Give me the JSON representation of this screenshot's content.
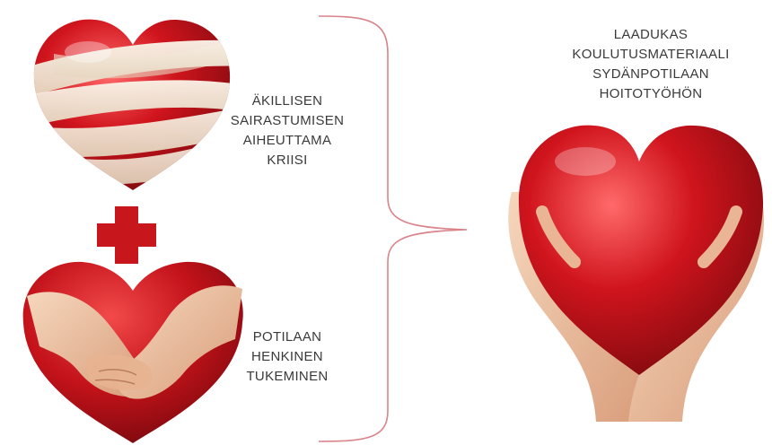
{
  "labels": {
    "crisis": "ÄKILLISEN\nSAIRASTUMISEN\nAIHEUTTAMA\nKRIISI",
    "support": "POTILAAN\nHENKINEN\nTUKEMINEN",
    "outcome": "LAADUKAS\nKOULUTUSMATERIAALI\nSYDÄNPOTILAAN\nHOITOTYÖHÖN"
  },
  "colors": {
    "heart_red": "#c4121b",
    "heart_dark": "#8e0a10",
    "bandage": "#f4ead8",
    "skin": "#eec3a3",
    "cross": "#c8161d",
    "brace": "#d9848a"
  }
}
